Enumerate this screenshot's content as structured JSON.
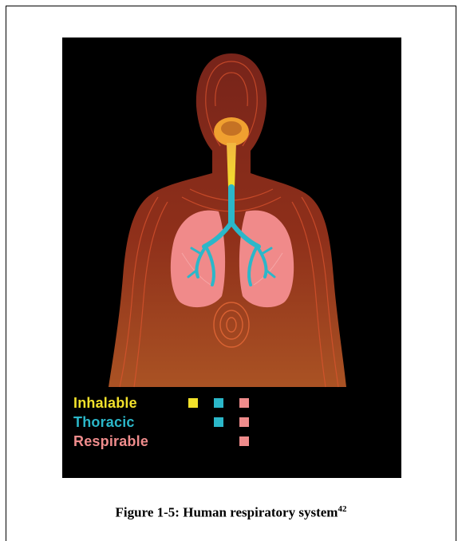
{
  "figure": {
    "caption_text": "Figure 1-5: Human respiratory system",
    "caption_ref": "42"
  },
  "legend": {
    "items": [
      {
        "label": "Inhalable",
        "label_color": "#f2e12b",
        "swatches": [
          "#f2e12b",
          "#2bb7c9",
          "#ef8c8c"
        ]
      },
      {
        "label": "Thoracic",
        "label_color": "#2bb7c9",
        "swatches": [
          "#2bb7c9",
          "#ef8c8c"
        ]
      },
      {
        "label": "Respirable",
        "label_color": "#ef8c8c",
        "swatches": [
          "#ef8c8c"
        ]
      }
    ]
  },
  "colors": {
    "background": "#000000",
    "body_outline": "#c0392b",
    "upper_airway": "#f0a030",
    "trachea_upper": "#f2e12b",
    "bronchi": "#2bb7c9",
    "lungs": "#f08a8a"
  }
}
